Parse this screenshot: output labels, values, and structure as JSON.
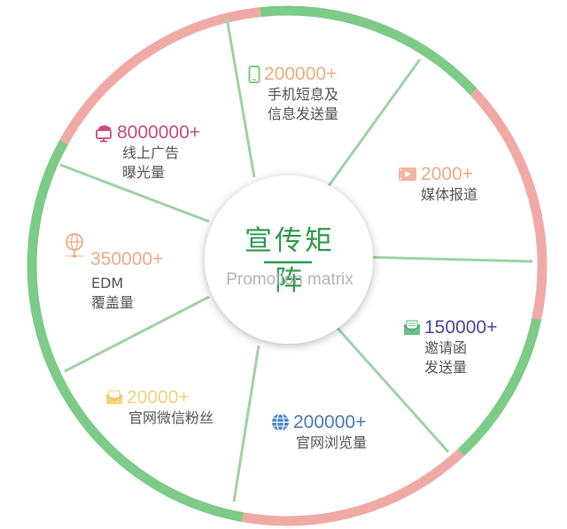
{
  "center": {
    "title": "宣传矩阵",
    "subtitle": "Promotion matrix"
  },
  "colors": {
    "green": "#7ccb86",
    "pink": "#f0aaa6",
    "spoke": "#9fd3a4",
    "hub_green": "#2e9a48",
    "value_pink": "#c94b7c",
    "value_peach": "#efab85",
    "value_purple": "#4b4998",
    "value_yellow": "#f3d57c",
    "value_blue": "#4a7ab3",
    "label": "#555555"
  },
  "segments": [
    {
      "icon": "mobile-phone-icon",
      "value": "200000+",
      "label": [
        "手机短息及",
        "信息发送量"
      ]
    },
    {
      "icon": "video-icon",
      "value": "2000+",
      "label": [
        "媒体报道"
      ]
    },
    {
      "icon": "envelope-icon",
      "value": "150000+",
      "label": [
        "邀请函",
        "发送量"
      ]
    },
    {
      "icon": "globe-icon",
      "value": "200000+",
      "label": [
        "官网浏览量"
      ]
    },
    {
      "icon": "mail-icon",
      "value": "20000+",
      "label": [
        "官网微信粉丝"
      ]
    },
    {
      "icon": "network-globe-icon",
      "value": "350000+",
      "label": [
        "EDM",
        "覆盖量"
      ]
    },
    {
      "icon": "monitor-cloud-icon",
      "value": "8000000+",
      "label": [
        "线上广告",
        "曝光量"
      ]
    }
  ]
}
